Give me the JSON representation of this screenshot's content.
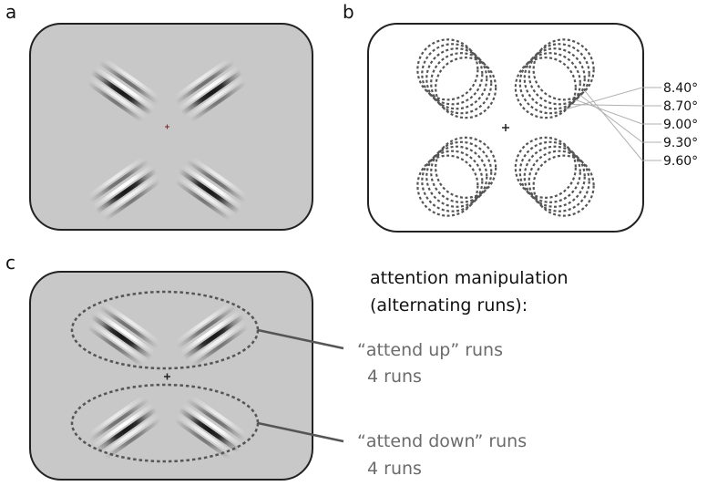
{
  "panels": {
    "a": {
      "letter": "a"
    },
    "b": {
      "letter": "b",
      "eccentricities": [
        "8.40°",
        "8.70°",
        "9.00°",
        "9.30°",
        "9.60°"
      ]
    },
    "c": {
      "letter": "c",
      "title_line1": "attention manipulation",
      "title_line2": "(alternating runs):",
      "attend_up_label": "“attend up” runs",
      "attend_up_count": "4 runs",
      "attend_down_label": "“attend down” runs",
      "attend_down_count": "4 runs"
    }
  },
  "colors": {
    "screen_gray": "#c8c8c8",
    "outline": "#222222",
    "dashed": "#555555",
    "leader": "#b0b0b0",
    "pointer": "#555555"
  }
}
